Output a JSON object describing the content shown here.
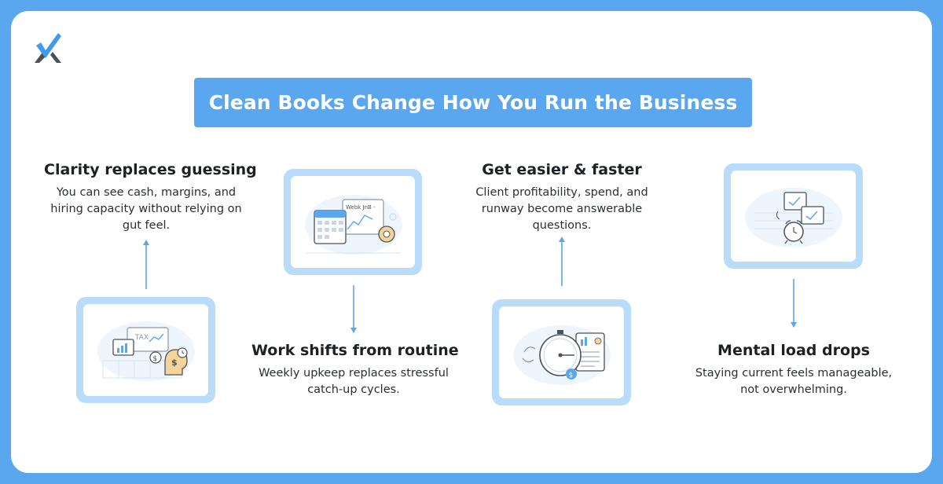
{
  "title": "Clean Books Change How You Run the Business",
  "colors": {
    "accent": "#5aa7f0",
    "frame": "#b9dcfb",
    "text": "#1d2024"
  },
  "blocks": [
    {
      "heading": "Clarity replaces guessing",
      "body": "You can see cash, margins, and hiring capacity without relying on gut feel.",
      "icon": "tax-report-icon"
    },
    {
      "heading": "Work shifts from routine",
      "body": "Weekly upkeep replaces stressful catch-up cycles.",
      "icon": "calendar-chart-icon"
    },
    {
      "heading": "Get easier & faster",
      "body": "Client profitability, spend, and runway become answerable questions.",
      "icon": "stopwatch-report-icon"
    },
    {
      "heading": "Mental load drops",
      "body": "Staying current feels manageable, not overwhelming.",
      "icon": "alarm-checklist-icon"
    }
  ],
  "illustration_labels": {
    "tax": "TAX",
    "web": "Webk JnB -"
  }
}
